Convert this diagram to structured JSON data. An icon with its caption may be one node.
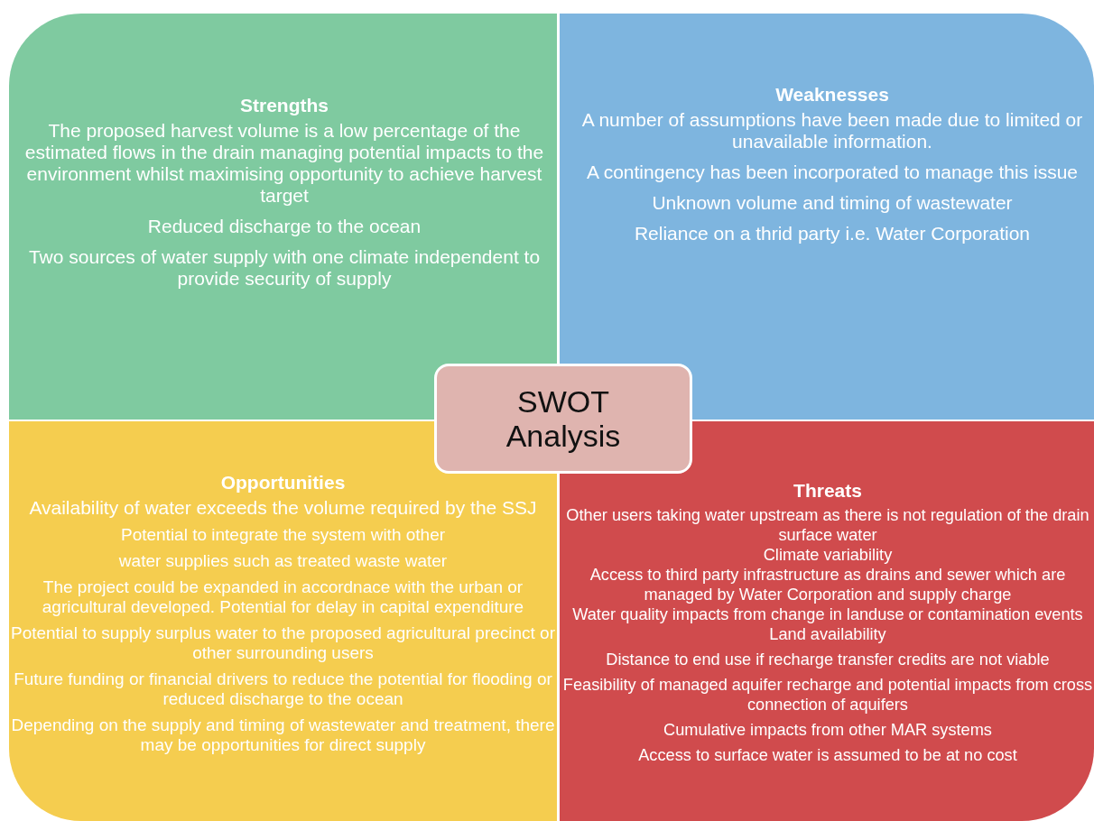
{
  "diagram": {
    "nodes": [
      {
        "text": [
          "Strengths",
          "The proposed harvest volume is a low percentage of the estimated flows in the drain managing potential impacts to the environment whilst maximising opportunity to achieve harvest target",
          "Reduced discharge to the ocean",
          "Two sources of water supply with one climate independent to provide security of supply"
        ]
      },
      {
        "text": [
          "Weaknesses",
          "A number of assumptions have been made due to limited or unavailable information.",
          "A contingency has been incorporated to manage this issue",
          "Unknown volume and timing of wastewater",
          "Reliance on a thrid party i.e. Water Corporation"
        ]
      },
      {
        "text": [
          "Opportunities",
          "Availability of water exceeds the volume required by the SSJ",
          "Potential to integrate the system with other",
          "water supplies such as treated waste water",
          "The project could be expanded in accordnace with the urban or agricultural developed. Potential for delay in capital expenditure",
          "Potential to supply surplus water to the proposed agricultural precinct or other surrounding users",
          "Future funding or financial drivers to reduce the potential for flooding or reduced discharge to the ocean",
          "Depending on the supply and timing of wastewater and treatment, there may be opportunities for direct supply"
        ]
      },
      {
        "text": [
          "Threats",
          "Other users taking water upstream as there is not regulation of the drain surface water",
          "Climate variability",
          "Access to third party infrastructure as drains and sewer which are managed by Water Corporation and supply charge",
          "Water quality impacts from change in landuse or contamination events",
          "Land availability",
          "Distance to end use if recharge transfer credits are not viable",
          "Feasibility of managed aquifer recharge and potential impacts from cross connection of aquifers",
          "Cumulative impacts from other MAR systems",
          "Access to surface water is assumed to be at no cost"
        ]
      },
      {
        "text": [
          "SWOT Analysis"
        ]
      }
    ]
  }
}
